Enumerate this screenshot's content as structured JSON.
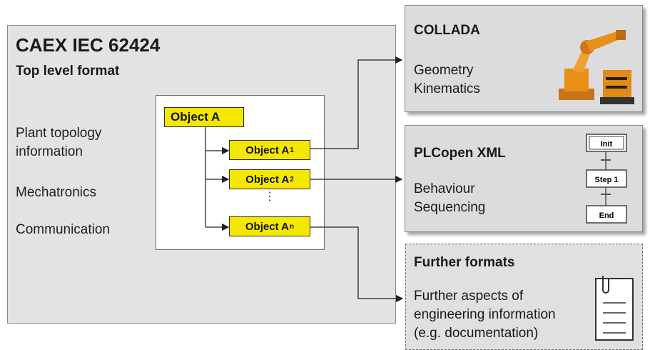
{
  "caex": {
    "title": "CAEX IEC 62424",
    "subtitle": "Top level format",
    "items": [
      "Plant topology",
      "information",
      "Mechatronics",
      "Communication"
    ]
  },
  "objects": {
    "root": "Object A",
    "sub_prefix": "Object A",
    "sub_indices": [
      "1",
      "2",
      "n"
    ],
    "ellipsis": "⋮"
  },
  "collada": {
    "title": "COLLADA",
    "lines": [
      "Geometry",
      "Kinematics"
    ]
  },
  "plcopen": {
    "title": "PLCopen XML",
    "lines": [
      "Behaviour",
      "Sequencing"
    ],
    "steps": [
      "Init",
      "Step 1",
      "End"
    ]
  },
  "further": {
    "title": "Further formats",
    "lines": [
      "Further aspects of",
      "engineering information",
      "(e.g. documentation)"
    ]
  },
  "colors": {
    "object_fill": "#f5e800",
    "robot": "#e8901a",
    "panel": "#dcdcdc"
  }
}
